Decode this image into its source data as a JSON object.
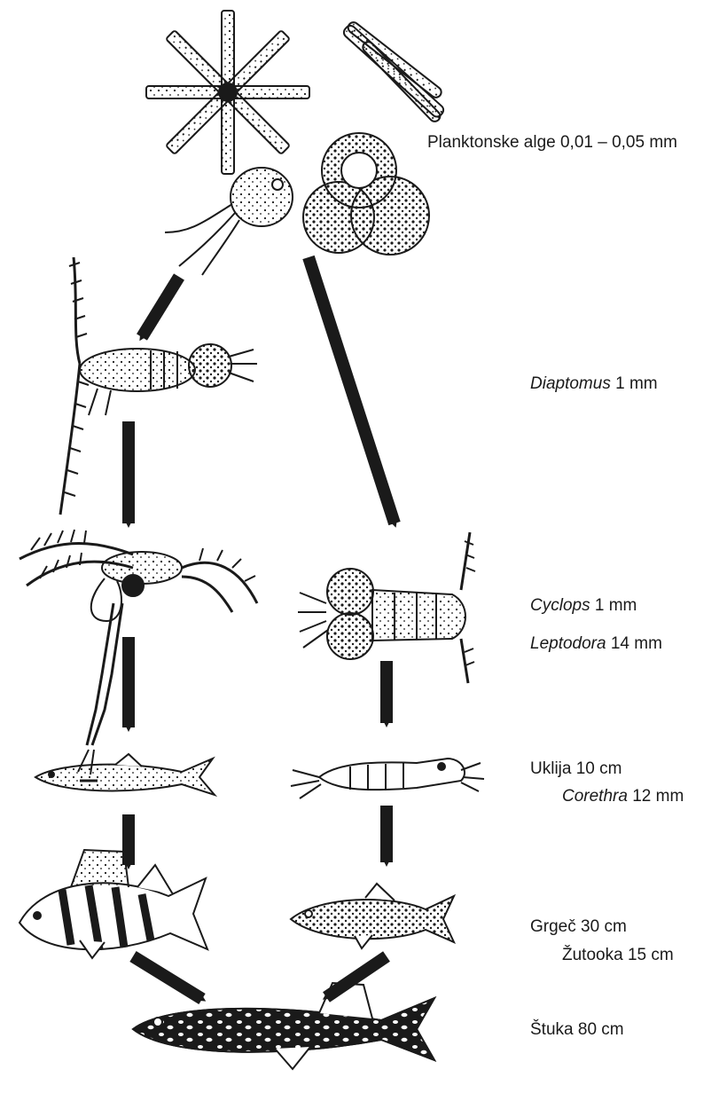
{
  "labels": {
    "algae": {
      "text": "Planktonske alge 0,01 – 0,05 mm"
    },
    "diaptomus": {
      "name": "Diaptomus",
      "size": "1 mm"
    },
    "cyclops": {
      "name": "Cyclops",
      "size": "1 mm"
    },
    "leptodora": {
      "name": "Leptodora",
      "size": "14 mm"
    },
    "uklija": {
      "name": "Uklija",
      "size": "10 cm"
    },
    "corethra": {
      "name": "Corethra",
      "size": "12 mm"
    },
    "grgec": {
      "name": "Grgeč",
      "size": "30 cm"
    },
    "zutooka": {
      "name": "Žutooka",
      "size": "15 cm"
    },
    "stuka": {
      "name": "Štuka",
      "size": "80 cm"
    }
  },
  "colors": {
    "ink": "#1a1a1a",
    "paper": "#ffffff"
  }
}
